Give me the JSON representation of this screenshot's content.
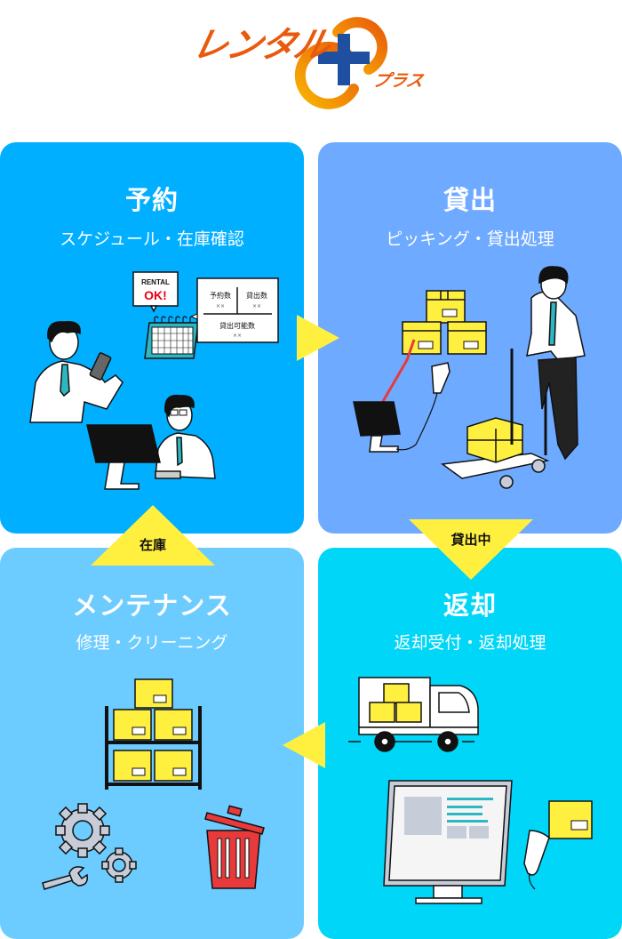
{
  "logo": {
    "name_text": "レンタル",
    "plus_text": "プラス",
    "colors": {
      "text": "#e95a0c",
      "ring_start": "#f8b500",
      "ring_end": "#e95a0c",
      "plus": "#1e4fa0"
    }
  },
  "panels": [
    {
      "id": "reservation",
      "title": "予約",
      "subtitle": "スケジュール・在庫確認",
      "color": "#00afff",
      "illustration": {
        "bubble_line1": "RENTAL",
        "bubble_line2": "OK!",
        "stats": {
          "reserved_label": "予約数",
          "reserved_value": "××",
          "lent_label": "貸出数",
          "lent_value": "××",
          "available_label": "貸出可能数",
          "available_value": "××"
        }
      }
    },
    {
      "id": "lending",
      "title": "貸出",
      "subtitle": "ピッキング・貸出処理",
      "color": "#6eaaff"
    },
    {
      "id": "maintenance",
      "title": "メンテナンス",
      "subtitle": "修理・クリーニング",
      "color": "#6ccbff"
    },
    {
      "id": "return",
      "title": "返却",
      "subtitle": "返却受付・返却処理",
      "color": "#00d6f8"
    }
  ],
  "arrows": {
    "in_stock_label": "在庫",
    "on_loan_label": "貸出中",
    "color": "#fff03f"
  }
}
